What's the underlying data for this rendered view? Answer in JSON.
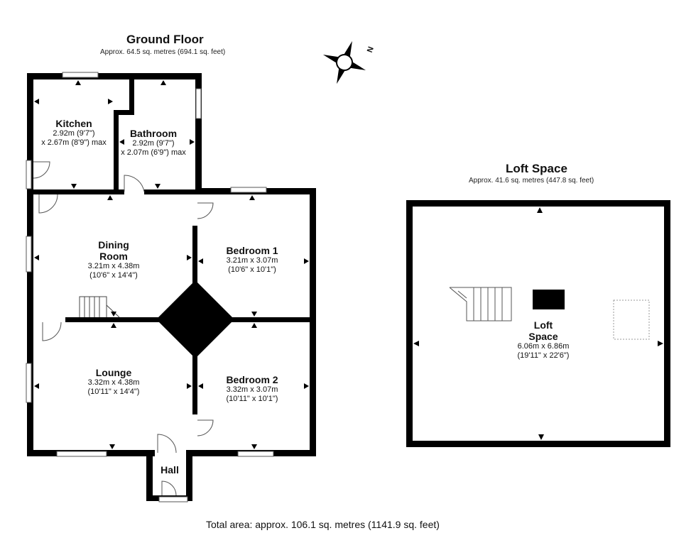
{
  "ground_floor": {
    "title": "Ground Floor",
    "area": "Approx. 64.5 sq. metres (694.1 sq. feet)"
  },
  "loft": {
    "title": "Loft Space",
    "area": "Approx. 41.6 sq. metres (447.8 sq. feet)"
  },
  "compass": {
    "label": "N",
    "icon": "compass-icon"
  },
  "rooms": {
    "kitchen": {
      "name": "Kitchen",
      "dim1": "2.92m (9'7\")",
      "dim2": "x 2.67m (8'9\") max"
    },
    "bathroom": {
      "name": "Bathroom",
      "dim1": "2.92m (9'7\")",
      "dim2": "x 2.07m (6'9\") max"
    },
    "dining": {
      "name1": "Dining",
      "name2": "Room",
      "dim1": "3.21m x 4.38m",
      "dim2": "(10'6\" x 14'4\")"
    },
    "bedroom1": {
      "name": "Bedroom 1",
      "dim1": "3.21m x 3.07m",
      "dim2": "(10'6\" x 10'1\")"
    },
    "lounge": {
      "name": "Lounge",
      "dim1": "3.32m x 4.38m",
      "dim2": "(10'11\" x 14'4\")"
    },
    "bedroom2": {
      "name": "Bedroom 2",
      "dim1": "3.32m x 3.07m",
      "dim2": "(10'11\" x 10'1\")"
    },
    "hall": {
      "name": "Hall"
    },
    "loft_room": {
      "name1": "Loft",
      "name2": "Space",
      "dim1": "6.06m x 6.86m",
      "dim2": "(19'11\" x 22'6\")"
    }
  },
  "total_area": "Total area: approx. 106.1 sq. metres (1141.9 sq. feet)",
  "colors": {
    "wall": "#000000",
    "window": "#cfcfcf",
    "door": "#555555"
  }
}
